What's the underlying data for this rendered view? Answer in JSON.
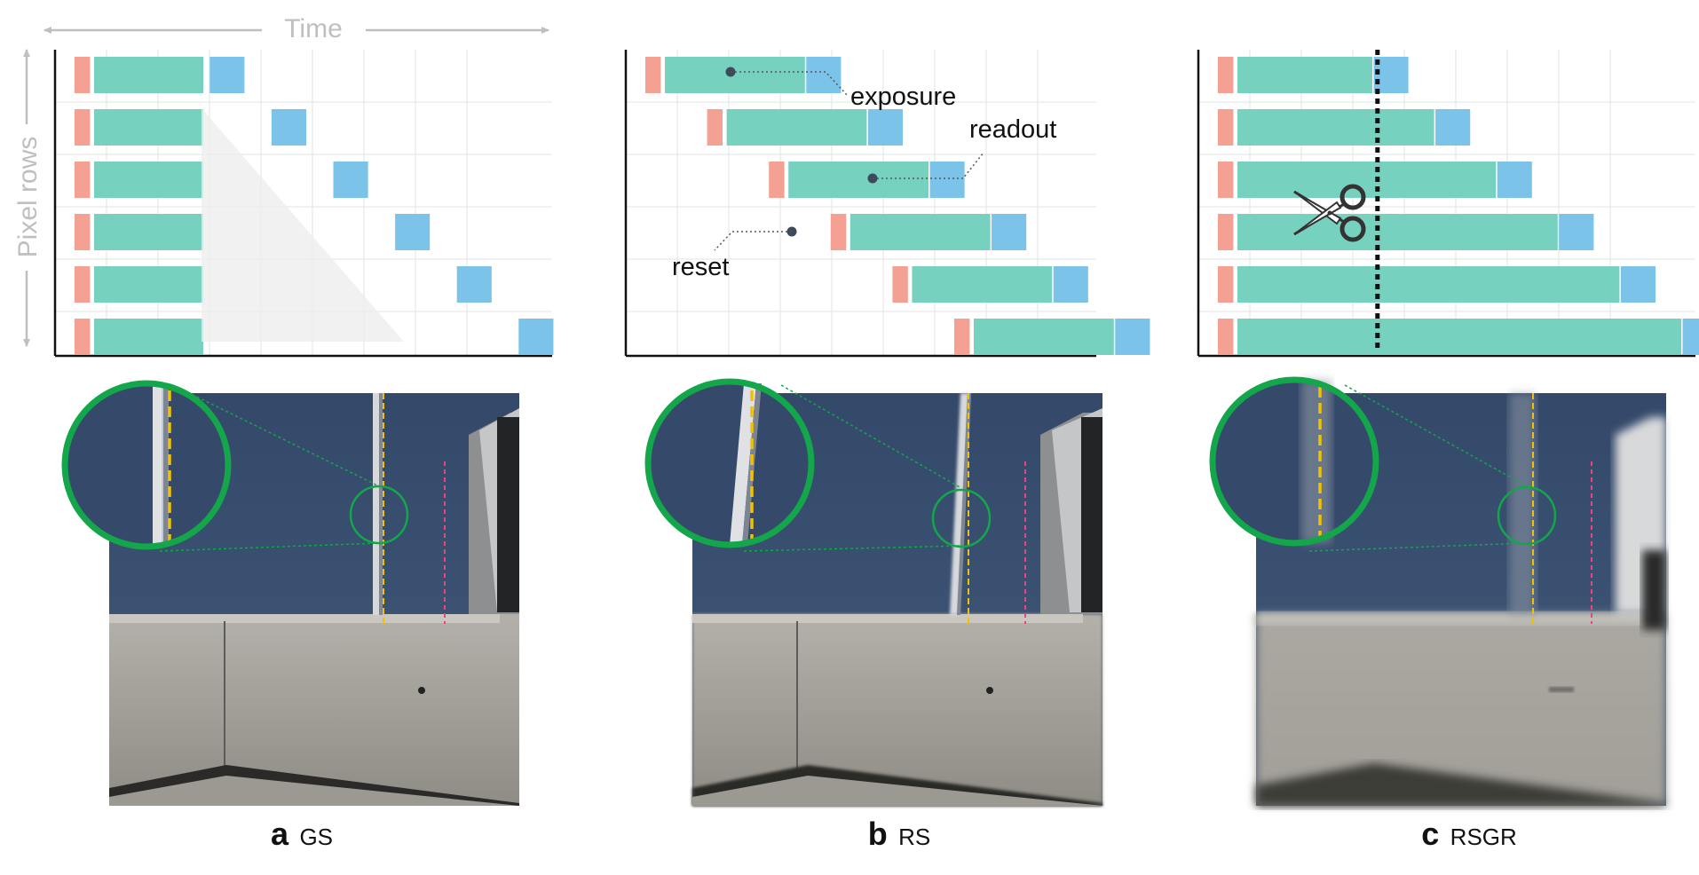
{
  "axes": {
    "time_label": "Time",
    "rows_label": "Pixel rows"
  },
  "colors": {
    "reset": "#f4a193",
    "exposure": "#76d1be",
    "readout": "#7cc3ea",
    "grid": "#e3e3e3",
    "axis": "#111111",
    "arrow_gray": "#bfbfbf",
    "magnifier_green": "#13a64a",
    "sky": "#3a4f6d",
    "building": "#a5a39b",
    "guide_yellow": "#f2c100",
    "guide_pink": "#e9457e"
  },
  "panels": [
    {
      "letter": "a",
      "mode": "GS",
      "rows": [
        {
          "reset_start": 0,
          "exposure_end": 2.5,
          "readout_start": 2.6,
          "readout_end": 3.3
        },
        {
          "reset_start": 0,
          "exposure_end": 2.5,
          "readout_start": 3.8,
          "readout_end": 4.5
        },
        {
          "reset_start": 0,
          "exposure_end": 2.5,
          "readout_start": 5.0,
          "readout_end": 5.7
        },
        {
          "reset_start": 0,
          "exposure_end": 2.5,
          "readout_start": 6.2,
          "readout_end": 6.9
        },
        {
          "reset_start": 0,
          "exposure_end": 2.5,
          "readout_start": 7.4,
          "readout_end": 8.1
        },
        {
          "reset_start": 0,
          "exposure_end": 2.5,
          "readout_start": 8.6,
          "readout_end": 9.3
        }
      ]
    },
    {
      "letter": "b",
      "mode": "RS",
      "rows": [
        {
          "reset_start": 0.0,
          "exposure_end": 3.1,
          "readout_start": 3.1,
          "readout_end": 3.8
        },
        {
          "reset_start": 1.2,
          "exposure_end": 4.3,
          "readout_start": 4.3,
          "readout_end": 5.0
        },
        {
          "reset_start": 2.4,
          "exposure_end": 5.5,
          "readout_start": 5.5,
          "readout_end": 6.2
        },
        {
          "reset_start": 3.6,
          "exposure_end": 6.7,
          "readout_start": 6.7,
          "readout_end": 7.4
        },
        {
          "reset_start": 4.8,
          "exposure_end": 7.9,
          "readout_start": 7.9,
          "readout_end": 8.6
        },
        {
          "reset_start": 6.0,
          "exposure_end": 9.1,
          "readout_start": 9.1,
          "readout_end": 9.8
        }
      ],
      "annotations": [
        {
          "text": "exposure"
        },
        {
          "text": "readout"
        },
        {
          "text": "reset"
        }
      ]
    },
    {
      "letter": "c",
      "mode": "RSGR",
      "rows": [
        {
          "reset_start": 0,
          "exposure_end": 3.0,
          "readout_start": 3.0,
          "readout_end": 3.7
        },
        {
          "reset_start": 0,
          "exposure_end": 4.2,
          "readout_start": 4.2,
          "readout_end": 4.9
        },
        {
          "reset_start": 0,
          "exposure_end": 5.4,
          "readout_start": 5.4,
          "readout_end": 6.1
        },
        {
          "reset_start": 0,
          "exposure_end": 6.6,
          "readout_start": 6.6,
          "readout_end": 7.3
        },
        {
          "reset_start": 0,
          "exposure_end": 7.8,
          "readout_start": 7.8,
          "readout_end": 8.5
        },
        {
          "reset_start": 0,
          "exposure_end": 9.0,
          "readout_start": 9.0,
          "readout_end": 9.7
        }
      ],
      "cut_time": 3.1,
      "cut_icon": "scissors-icon"
    }
  ]
}
